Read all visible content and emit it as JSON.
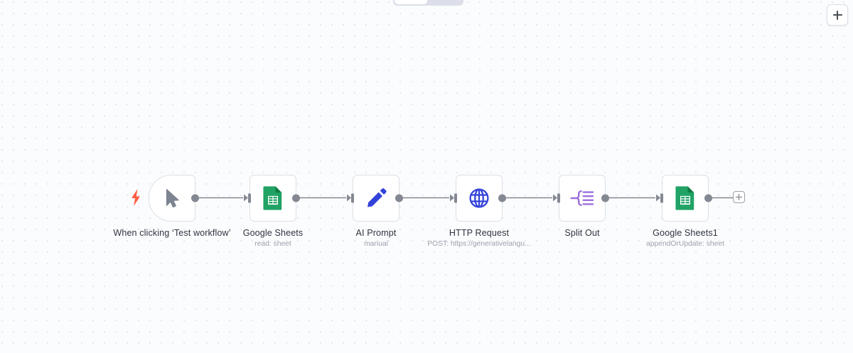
{
  "app": {
    "canvas_background": "#fbfcfd",
    "grid_dot_color": "#e4e7ee"
  },
  "toolbar": {
    "add_node_button_label": "+",
    "add_node_icon": "plus-icon",
    "tabbar_active_label": "",
    "tabbar_inactive_label": ""
  },
  "flow": {
    "end_plus_label": "+",
    "end_plus_icon": "plus-icon",
    "trigger_icon": "lightning-bolt-icon",
    "connector_color": "#848892",
    "nodes": [
      {
        "id": "manual-trigger",
        "title": "When clicking ‘Test workflow’",
        "subtitle": "",
        "icon": "mouse-pointer-icon",
        "icon_color": "#7d8491",
        "type": "trigger"
      },
      {
        "id": "google-sheets",
        "title": "Google Sheets",
        "subtitle": "read: sheet",
        "icon": "google-sheets-icon",
        "icon_color": "#34a853",
        "type": "action"
      },
      {
        "id": "ai-prompt",
        "title": "AI Prompt",
        "subtitle": "manual",
        "icon": "pencil-edit-icon",
        "icon_color": "#3342d9",
        "type": "action"
      },
      {
        "id": "http-request",
        "title": "HTTP Request",
        "subtitle": "POST: https://generativelangu...",
        "icon": "globe-icon",
        "icon_color": "#3342d9",
        "type": "action"
      },
      {
        "id": "split-out",
        "title": "Split Out",
        "subtitle": "",
        "icon": "split-out-icon",
        "icon_color": "#9b6fdd",
        "type": "action"
      },
      {
        "id": "google-sheets1",
        "title": "Google Sheets1",
        "subtitle": "appendOrUpdate: sheet",
        "icon": "google-sheets-icon",
        "icon_color": "#34a853",
        "type": "action"
      }
    ]
  }
}
